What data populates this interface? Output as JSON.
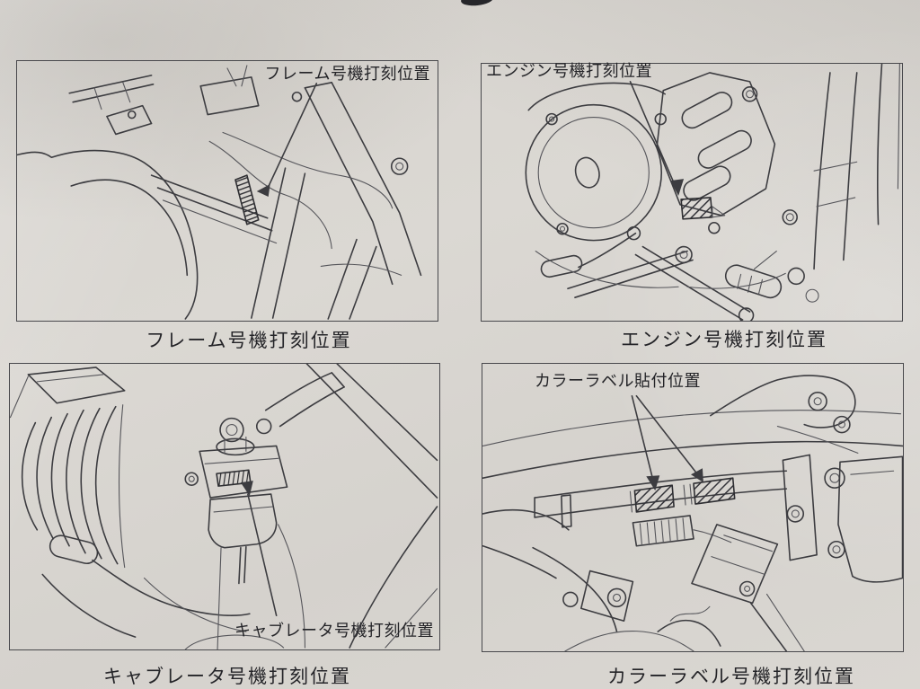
{
  "document": {
    "type": "motorcycle-service-manual-page",
    "paper_color": "#d8d5d0",
    "ink_color": "#3c3c40"
  },
  "panels": [
    {
      "id": "frame-number",
      "inner_label": "フレーム号機打刻位置",
      "caption": "フレーム号機打刻位置"
    },
    {
      "id": "engine-number",
      "inner_label": "エンジン号機打刻位置",
      "caption": "エンジン号機打刻位置"
    },
    {
      "id": "carburetor-number",
      "inner_label": "キャブレータ号機打刻位置",
      "caption": "キャブレータ号機打刻位置"
    },
    {
      "id": "color-label",
      "inner_label": "カラーラベル貼付位置",
      "caption": "カラーラベル号機打刻位置"
    }
  ]
}
